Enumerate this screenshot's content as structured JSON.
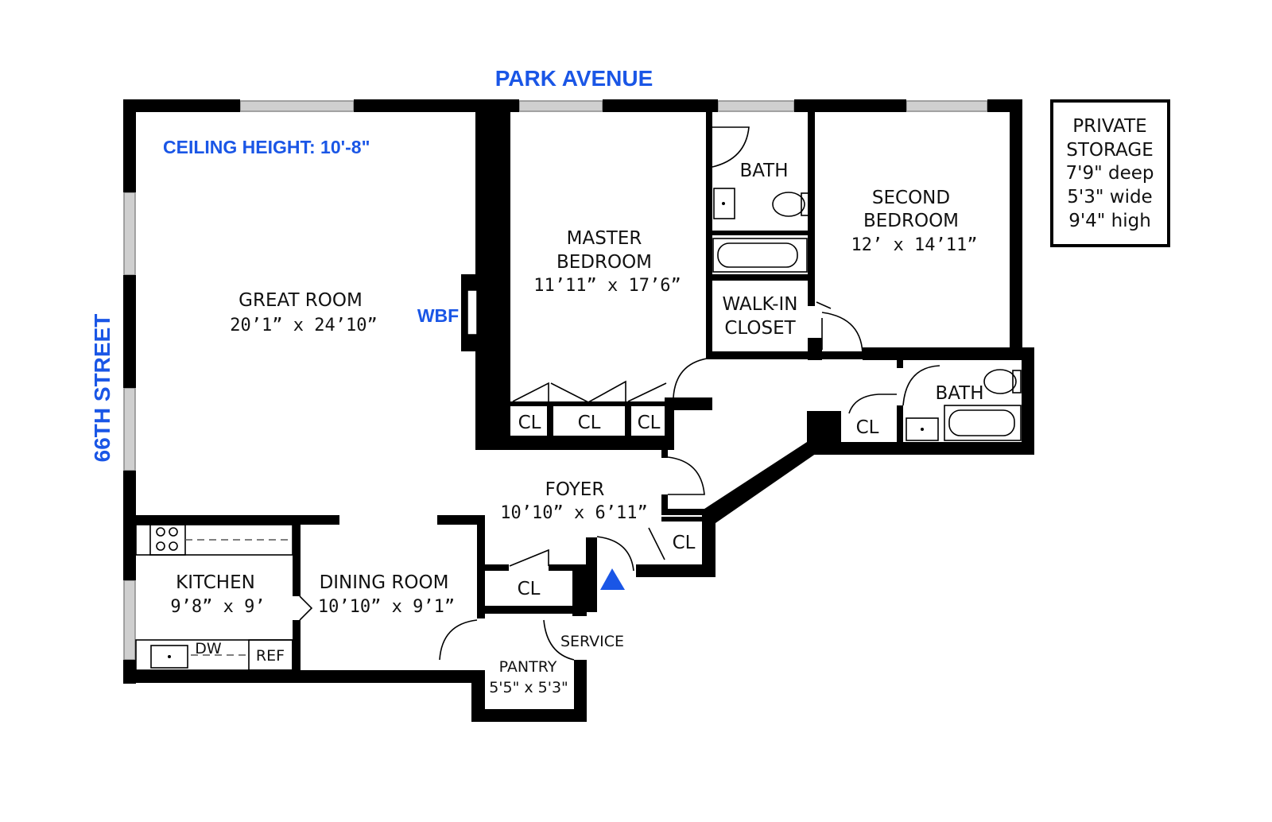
{
  "streets": {
    "top": "PARK AVENUE",
    "left": "66TH STREET"
  },
  "notes": {
    "ceiling": "CEILING HEIGHT: 10'-8\"",
    "fireplace": "WBF"
  },
  "rooms": {
    "great_room": {
      "name": "GREAT ROOM",
      "dims": "20’1” x 24’10”"
    },
    "master_bedroom": {
      "name_line1": "MASTER",
      "name_line2": "BEDROOM",
      "dims": "11’11” x 17’6”"
    },
    "bath_master": {
      "name": "BATH"
    },
    "second_bedroom": {
      "name_line1": "SECOND",
      "name_line2": "BEDROOM",
      "dims": "12’ x 14’11”"
    },
    "walk_in_closet": {
      "name_line1": "WALK-IN",
      "name_line2": "CLOSET"
    },
    "bath_second": {
      "name": "BATH"
    },
    "foyer": {
      "name": "FOYER",
      "dims": "10’10” x 6’11”"
    },
    "kitchen": {
      "name": "KITCHEN",
      "dims": "9’8” x 9’"
    },
    "dining_room": {
      "name": "DINING ROOM",
      "dims": "10’10” x 9’1”"
    },
    "pantry": {
      "name": "PANTRY",
      "dims": "5'5\" x 5'3\""
    },
    "service": {
      "name": "SERVICE"
    },
    "closet_label": "CL"
  },
  "appliances": {
    "dishwasher": "DW",
    "refrigerator": "REF"
  },
  "storage": {
    "line1": "PRIVATE",
    "line2": "STORAGE",
    "line3": "7'9\" deep",
    "line4": "5'3\" wide",
    "line5": "9'4\" high"
  },
  "colors": {
    "label_blue": "#1a56e6",
    "wall": "#000000",
    "window": "#cfcfcf"
  },
  "icons": {
    "entry": "entry-triangle-icon"
  }
}
